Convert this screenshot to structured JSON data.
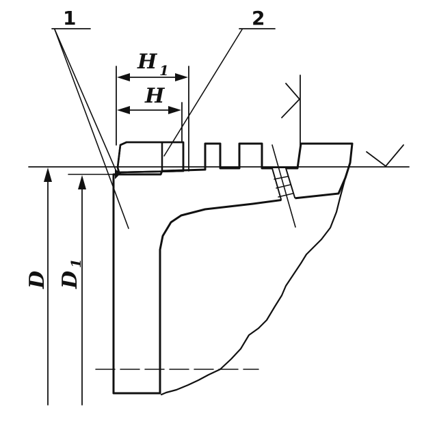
{
  "diagram": {
    "callouts": {
      "part_1": "1",
      "part_2": "2"
    },
    "dimensions": {
      "H1_main": "H",
      "H1_sub": "1",
      "H": "H",
      "D": "D",
      "D1_main": "D",
      "D1_sub": "1"
    }
  }
}
